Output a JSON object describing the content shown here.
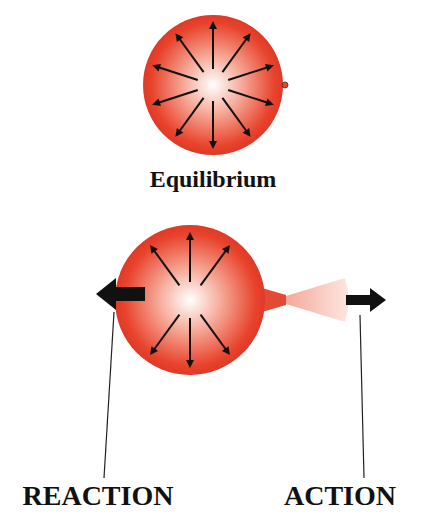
{
  "diagram": {
    "labels": [
      "Equilibrium",
      "REACTION",
      "ACTION"
    ]
  }
}
